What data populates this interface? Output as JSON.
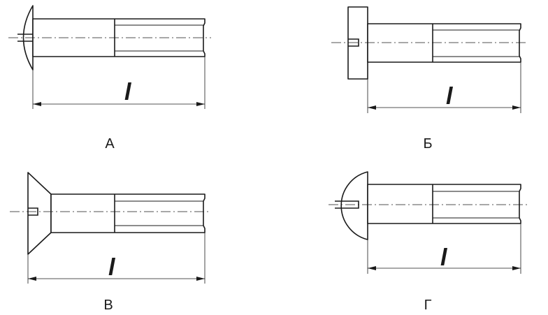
{
  "figures": [
    {
      "id": "a",
      "caption": "А",
      "dimension_label": "l",
      "head": "raised-countersunk-oval"
    },
    {
      "id": "b",
      "caption": "Б",
      "dimension_label": "l",
      "head": "cheese-cylindrical"
    },
    {
      "id": "v",
      "caption": "В",
      "dimension_label": "l",
      "head": "countersunk-flat"
    },
    {
      "id": "g",
      "caption": "Г",
      "dimension_label": "l",
      "head": "round-semicircular"
    }
  ]
}
